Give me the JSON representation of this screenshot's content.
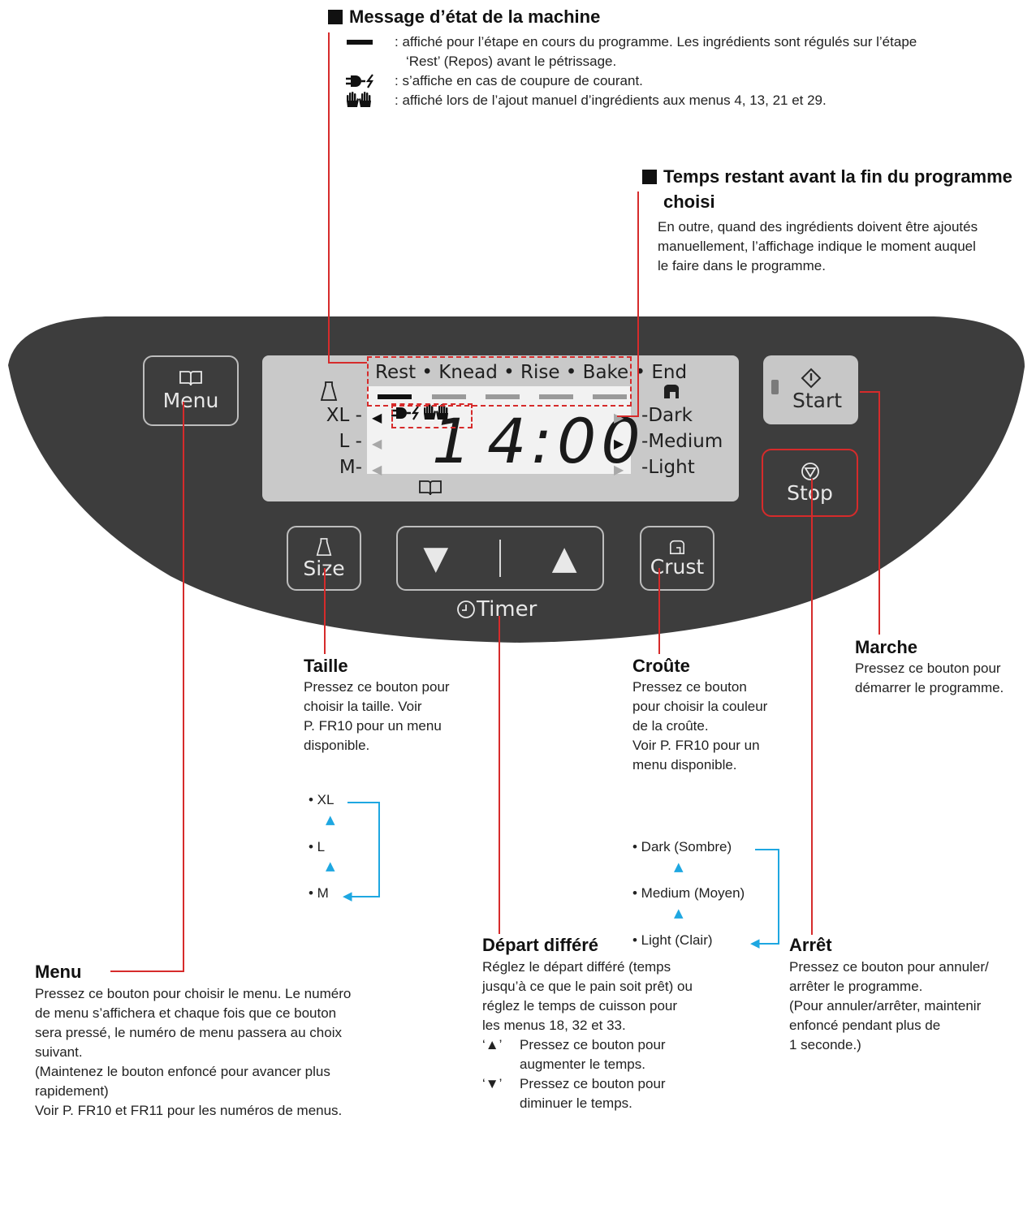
{
  "status_message": {
    "title": "Message d’état de la machine",
    "line1a": ": affiché pour l’étape en cours du programme. Les ingrédients sont régulés sur l’étape",
    "line1b": "‘Rest’ (Repos) avant le pétrissage.",
    "line2": ": s’affiche en cas de coupure de courant.",
    "line3": ": affiché lors de l’ajout manuel d’ingrédients aux menus 4, 13, 21 et 29."
  },
  "remaining_time": {
    "title1": "Temps restant avant la fin du programme",
    "title2": "choisi",
    "body1": "En outre, quand des ingrédients doivent être ajoutés",
    "body2": "manuellement, l’affichage indique le moment auquel",
    "body3": "le faire dans le programme."
  },
  "display": {
    "stages": "Rest • Knead • Rise • Bake • End",
    "sizes": [
      "XL",
      "L",
      "M"
    ],
    "crusts": [
      "Dark",
      "Medium",
      "Light"
    ],
    "menu_number": "1",
    "time": "4:00"
  },
  "buttons": {
    "menu": "Menu",
    "start": "Start",
    "stop": "Stop",
    "size": "Size",
    "crust": "Crust",
    "down": "▼",
    "up": "▲",
    "timer": "Timer"
  },
  "size_section": {
    "title": "Taille",
    "body": [
      "Pressez ce bouton pour",
      "choisir la taille. Voir",
      "P. FR10 pour un menu",
      "disponible."
    ],
    "options": [
      "• XL",
      "• L",
      "• M"
    ]
  },
  "crust_section": {
    "title": "Croûte",
    "body": [
      "Pressez ce bouton",
      "pour choisir la couleur",
      "de la croûte.",
      "Voir P. FR10 pour un",
      "menu disponible."
    ],
    "options": [
      "• Dark (Sombre)",
      "• Medium (Moyen)",
      "• Light (Clair)"
    ]
  },
  "start_section": {
    "title": "Marche",
    "body": [
      "Pressez ce bouton pour",
      "démarrer le programme."
    ]
  },
  "menu_section": {
    "title": "Menu",
    "body": [
      "Pressez ce bouton pour choisir le menu. Le numéro",
      "de menu s’affichera et chaque fois que ce bouton",
      "sera pressé, le numéro de menu passera au choix",
      "suivant.",
      "(Maintenez le bouton enfoncé pour avancer plus",
      "rapidement)",
      "Voir P. FR10 et FR11 pour les numéros de menus."
    ]
  },
  "timer_section": {
    "title": "Départ différé",
    "body": [
      "Réglez le départ différé (temps",
      "jusqu’à ce que le pain soit prêt) ou",
      "réglez le temps de cuisson pour",
      "les menus 18, 32 et 33."
    ],
    "up_key": "‘▲’",
    "up_desc": [
      "Pressez ce bouton pour",
      "augmenter le temps."
    ],
    "down_key": "‘▼’",
    "down_desc": [
      "Pressez ce bouton pour",
      "diminuer le temps."
    ]
  },
  "stop_section": {
    "title": "Arrêt",
    "body": [
      "Pressez ce bouton pour annuler/",
      "arrêter le programme.",
      "(Pour annuler/arrêter, maintenir",
      "enfoncé pendant plus de",
      "1 seconde.)"
    ]
  },
  "colors": {
    "panel": "#3d3d3d",
    "leader": "#d62b2b",
    "arrow": "#1ea7e1",
    "lcd": "#c9c9c9"
  }
}
